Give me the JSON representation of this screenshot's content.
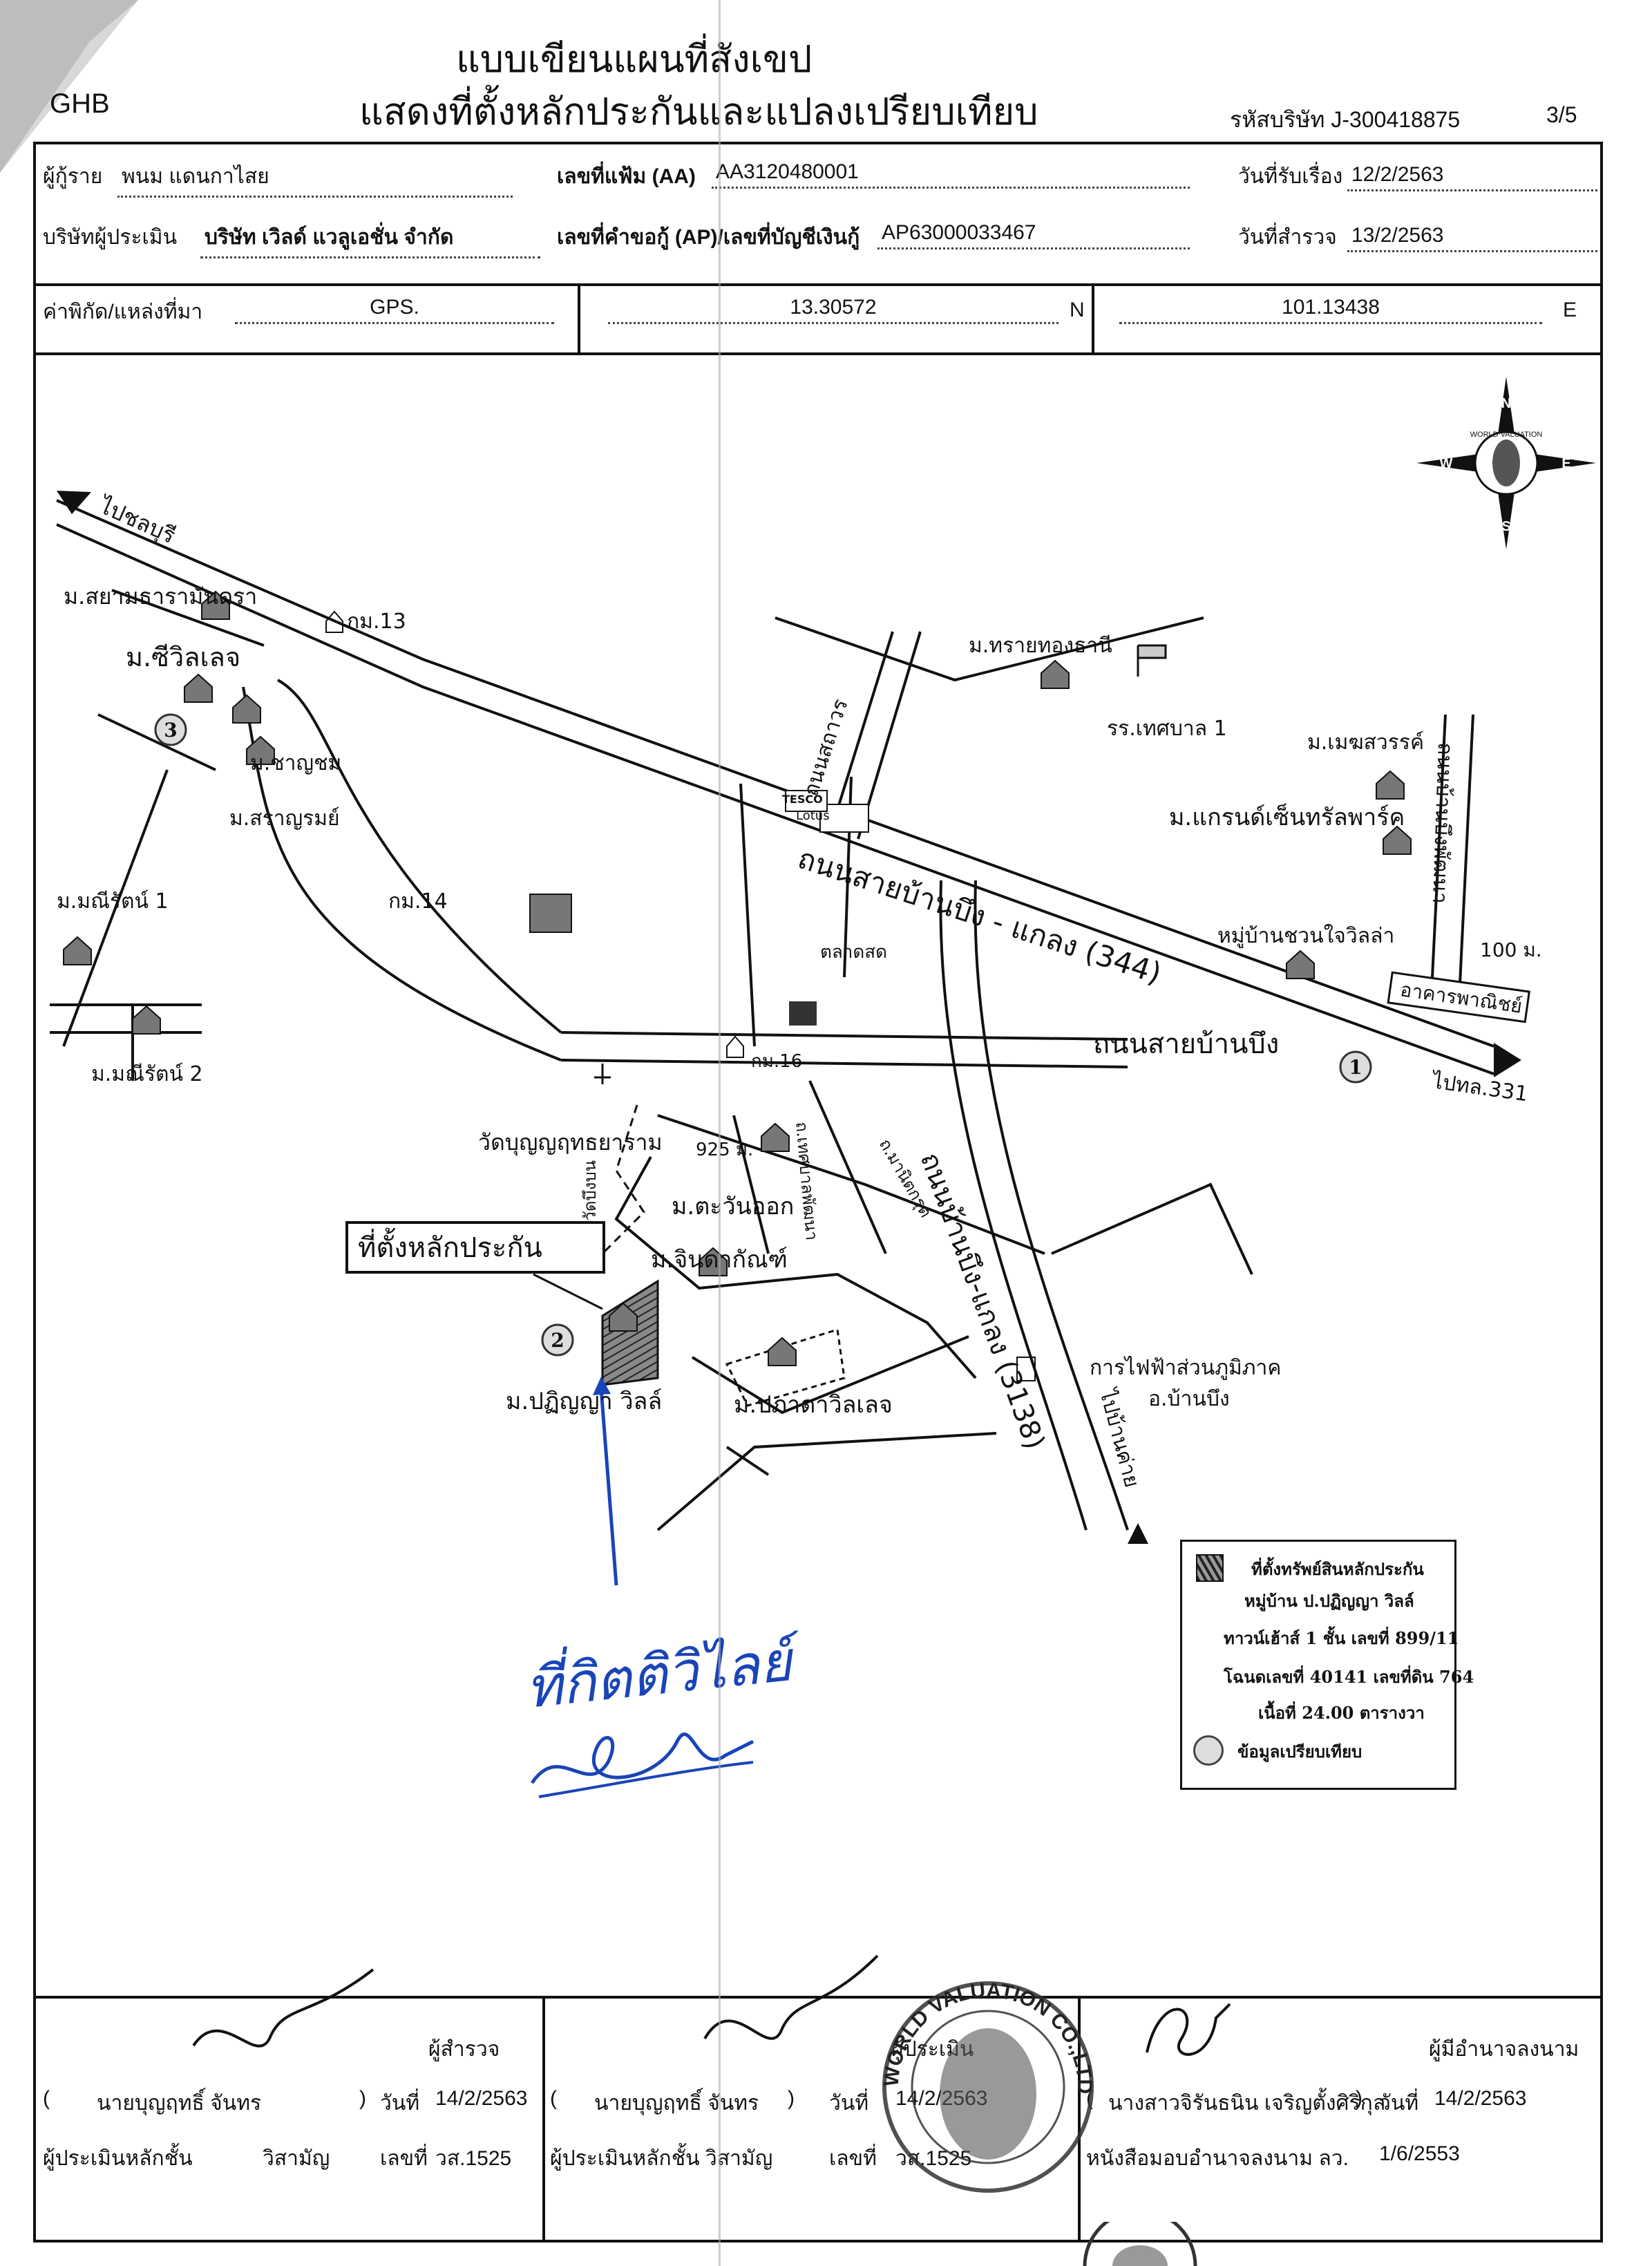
{
  "header": {
    "brand": "GHB",
    "title_line1": "แบบเขียนแผนที่สังเขป",
    "title_line2": "แสดงที่ตั้งหลักประกันและแปลงเปรียบเทียบ",
    "company_code_label": "รหัสบริษัท",
    "company_code": "J-300418875",
    "page": "3/5"
  },
  "form": {
    "borrower_label": "ผู้กู้ราย",
    "borrower": "พนม แดนกาไสย",
    "file_no_label": "เลขที่แฟ้ม (AA)",
    "file_no": "AA3120480001",
    "received_label": "วันที่รับเรื่อง",
    "received": "12/2/2563",
    "appraiser_co_label": "บริษัทผู้ประเมิน",
    "appraiser_co": "บริษัท เวิลด์ แวลูเอชั่น จำกัด",
    "loan_no_label": "เลขที่คำขอกู้ (AP)/เลขที่บัญชีเงินกู้",
    "loan_no": "AP63000033467",
    "survey_label": "วันที่สำรวจ",
    "survey": "13/2/2563",
    "coord_label": "ค่าพิกัด/แหล่งที่มา",
    "coord_source": "GPS.",
    "lat": "13.30572",
    "lat_dir": "N",
    "lon": "101.13438",
    "lon_dir": "E"
  },
  "compass": {
    "n": "N",
    "s": "S",
    "e": "E",
    "w": "W",
    "center": "WORLD VALUATION"
  },
  "map": {
    "to_chonburi": "ไปชลบุรี",
    "to_klaeng": "ไปทล.331",
    "to_bankhai": "ไปบ้านค่าย",
    "road_344": "ถนนสายบ้านบึง - แกลง (344)",
    "road_banbueng": "ถนนสายบ้านบึง",
    "road_3138": "ถนนบ้านบึง-แกลง (3138)",
    "road_sathawon": "ถนนสถาวร",
    "road_banbueng_phatthana": "ถนนบ้านบึงพัฒนา",
    "road_wat": "ถนนวัดบึงบน",
    "road_manit": "ถ.มานิตกรุต",
    "road_thetsaban": "ถ.เทศบาลพัฒนา",
    "km13": "กม.13",
    "km14": "กม.14",
    "km16": "กม.16",
    "dist_925": "925 ม.",
    "dist_100": "100 ม.",
    "siam_thara": "ม.สยามธารามันดรา",
    "sea_village": "ม.ซีวิลเลจ",
    "chanchom": "ม.ชาญชม",
    "saranrom": "ม.สราญรมย์",
    "maneerat1": "ม.มณีรัตน์ 1",
    "maneerat2": "ม.มณีรัตน์ 2",
    "saithong": "ม.ทรายทองธานี",
    "school": "รร.เทศบาล 1",
    "mekswan": "ม.เมฆสวรรค์",
    "grand_central": "ม.แกรนด์เซ็นทรัลพาร์ค",
    "chuanchai": "หมู่บ้านชวนใจวิลล่า",
    "commercial": "อาคารพาณิชย์",
    "tesco": "TESCO",
    "lotus": "Lotus",
    "market": "ตลาดสด",
    "wat": "วัดบุญญฤทธยาราม",
    "tawan_ok": "ม.ตะวันออก",
    "jindakan": "ม.จินดากัณฑ์",
    "pakada": "ม.ปภาดาวิลเลจ",
    "patinya": "ม.ปฏิญญา วิลล์",
    "collateral_title": "ที่ตั้งหลักประกัน",
    "pea": "การไฟฟ้าส่วนภูมิภาค",
    "pea_district": "อ.บ้านบึง",
    "marker1": "1",
    "marker2": "2",
    "marker3": "3"
  },
  "legend": {
    "l1": "ที่ตั้งทรัพย์สินหลักประกัน",
    "l2": "หมู่บ้าน ป.ปฏิญญา วิลล์",
    "l3": "ทาวน์เฮ้าส์ 1 ชั้น เลขที่ 899/11",
    "l4": "โฉนดเลขที่ 40141 เลขที่ดิน 764",
    "l5": "เนื้อที่ 24.00 ตารางวา",
    "l6": "ข้อมูลเปรียบเทียบ"
  },
  "handwriting": {
    "note": "ที่กิตติวิไลย์"
  },
  "signatures": {
    "surveyor_role": "ผู้สำรวจ",
    "surveyor_name": "นายบุญฤทธิ์ จันทร",
    "date_label": "วันที่",
    "surveyor_date": "14/2/2563",
    "surveyor_level_label": "ผู้ประเมินหลักชั้น",
    "surveyor_level": "วิสามัญ",
    "no_label": "เลขที่",
    "surveyor_no": "วส.1525",
    "appraiser_role": "ผู้ประเมิน",
    "appraiser_name": "นายบุญฤทธิ์ จันทร",
    "appraiser_date": "14/2/2563",
    "appraiser_level_label": "ผู้ประเมินหลักชั้น วิสามัญ",
    "appraiser_no": "วส.1525",
    "authorized_role": "ผู้มีอำนาจลงนาม",
    "authorized_name": "นางสาวจิรันธนิน เจริญตั้งศิริกุล",
    "authorized_date": "14/2/2563",
    "poa_label": "หนังสือมอบอำนาจลงนาม ลว.",
    "poa_date": "1/6/2553"
  },
  "stamp": {
    "text": "WORLD VALUATION CO.,LTD."
  }
}
